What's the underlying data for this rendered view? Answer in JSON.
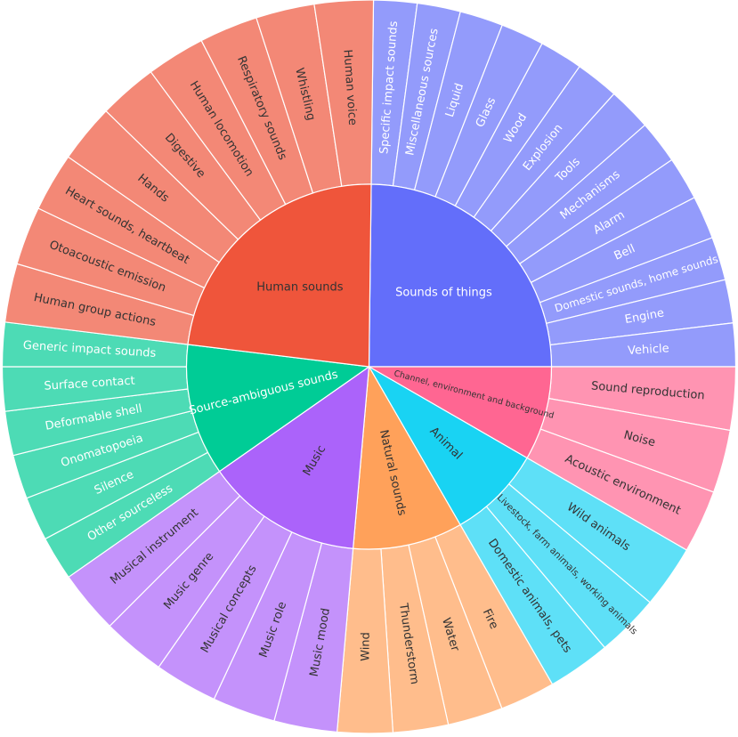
{
  "chart_data": {
    "type": "sunburst",
    "title": "",
    "categories": [
      {
        "name": "Sounds of things",
        "color": "#636efa",
        "child_color": "#939bfb",
        "label_color": "#ffffff",
        "start_deg": 0.7,
        "end_deg": 90,
        "children": [
          "Specific impact sounds",
          "Miscellaneous sources",
          "Liquid",
          "Glass",
          "Wood",
          "Explosion",
          "Tools",
          "Mechanisms",
          "Alarm",
          "Bell",
          "Domestic sounds, home sounds",
          "Engine",
          "Vehicle"
        ]
      },
      {
        "name": "Channel, environment and background",
        "color": "#ff6692",
        "child_color": "#ff94b2",
        "label_color": "#333333",
        "start_deg": 90,
        "end_deg": 120,
        "children": [
          "Sound reproduction",
          "Noise",
          "Acoustic environment"
        ]
      },
      {
        "name": "Animal",
        "color": "#19d3f3",
        "child_color": "#5ee0f7",
        "label_color": "#333333",
        "start_deg": 120,
        "end_deg": 150,
        "children": [
          "Wild animals",
          "Livestock, farm animals, working animals",
          "Domestic animals, pets"
        ]
      },
      {
        "name": "Natural sounds",
        "color": "#ffa15a",
        "child_color": "#ffbd8c",
        "label_color": "#333333",
        "start_deg": 150,
        "end_deg": 185,
        "children": [
          "Fire",
          "Water",
          "Thunderstorm",
          "Wind"
        ]
      },
      {
        "name": "Music",
        "color": "#ab63fa",
        "child_color": "#c492fb",
        "label_color": "#333333",
        "start_deg": 185,
        "end_deg": 235,
        "children": [
          "Music mood",
          "Music role",
          "Musical concepts",
          "Music genre",
          "Musical instrument"
        ]
      },
      {
        "name": "Source-ambiguous sounds",
        "color": "#00cc96",
        "child_color": "#4ddbb5",
        "label_color": "#ffffff",
        "start_deg": 235,
        "end_deg": 277,
        "children": [
          "Other sourceless",
          "Silence",
          "Onomatopoeia",
          "Deformable shell",
          "Surface contact",
          "Generic impact sounds"
        ]
      },
      {
        "name": "Human sounds",
        "color": "#ef553b",
        "child_color": "#f38876",
        "label_color": "#333333",
        "start_deg": 277,
        "end_deg": 360.7,
        "children": [
          "Human group actions",
          "Otoacoustic emission",
          "Heart sounds, heartbeat",
          "Hands",
          "Digestive",
          "Human locomotion",
          "Respiratory sounds",
          "Whistling",
          "Human voice"
        ]
      }
    ]
  }
}
